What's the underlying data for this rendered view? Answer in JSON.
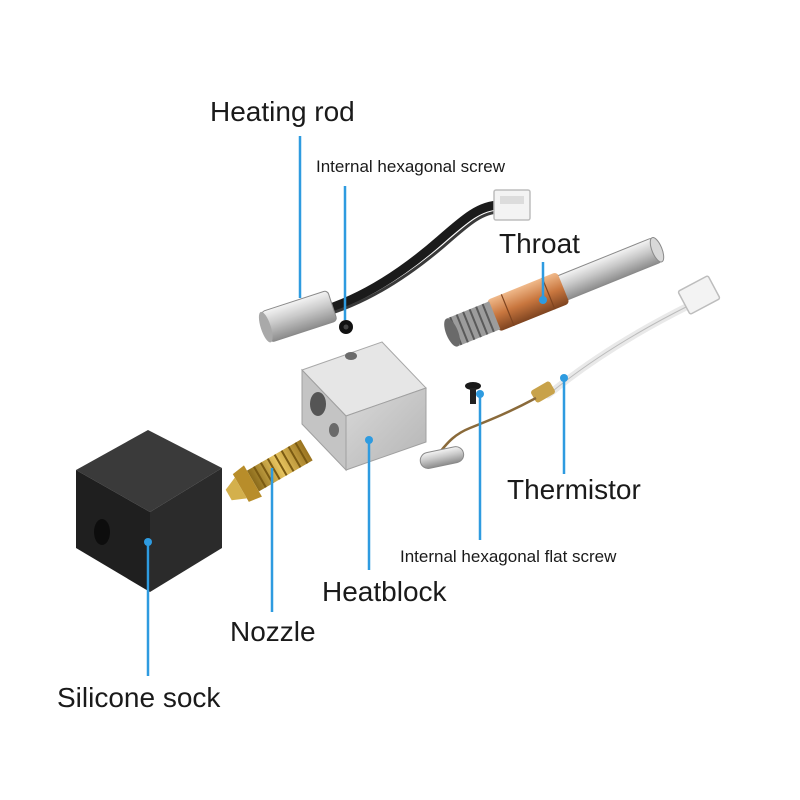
{
  "labels": {
    "heating_rod": "Heating rod",
    "internal_hex_screw": "Internal hexagonal screw",
    "throat": "Throat",
    "thermistor": "Thermistor",
    "internal_hex_flat_screw": "Internal hexagonal flat screw",
    "heatblock": "Heatblock",
    "nozzle": "Nozzle",
    "silicone_sock": "Silicone sock"
  },
  "colors": {
    "leader_line": "#2e9be0",
    "label_text": "#1a1a1a"
  }
}
